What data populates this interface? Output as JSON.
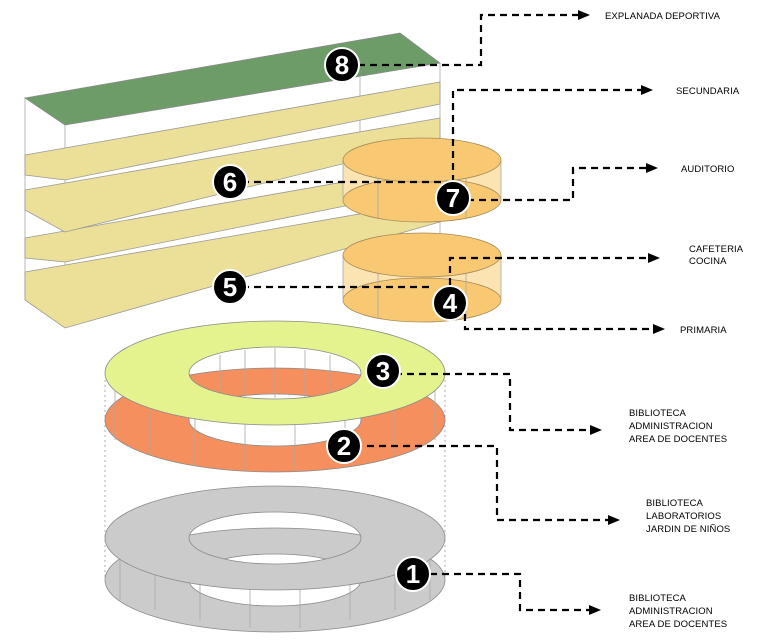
{
  "colors": {
    "green": "#6d9c68",
    "yellow": "#ecdf98",
    "orange": "#f8c872",
    "lime": "#e4f38e",
    "coral": "#f5905e",
    "gray": "#cbcbcb",
    "marker": "#000000"
  },
  "markers": [
    {
      "id": "1",
      "label": "1"
    },
    {
      "id": "2",
      "label": "2"
    },
    {
      "id": "3",
      "label": "3"
    },
    {
      "id": "4",
      "label": "4"
    },
    {
      "id": "5",
      "label": "5"
    },
    {
      "id": "6",
      "label": "6"
    },
    {
      "id": "7",
      "label": "7"
    },
    {
      "id": "8",
      "label": "8"
    }
  ],
  "labels": {
    "explanada": [
      "EXPLANADA DEPORTIVA"
    ],
    "secundaria": [
      "SECUNDARIA"
    ],
    "auditorio": [
      "AUDITORIO"
    ],
    "cafeteria": [
      "CAFETERIA",
      "COCINA"
    ],
    "primaria": [
      "PRIMARIA"
    ],
    "level3": [
      "BIBLIOTECA",
      "ADMINISTRACION",
      "AREA DE DOCENTES"
    ],
    "level2": [
      "BIBLIOTECA",
      "LABORATORIOS",
      "JARDIN DE NIÑOS"
    ],
    "level1": [
      "BIBLIOTECA",
      "ADMINISTRACION",
      "AREA DE DOCENTES"
    ]
  }
}
